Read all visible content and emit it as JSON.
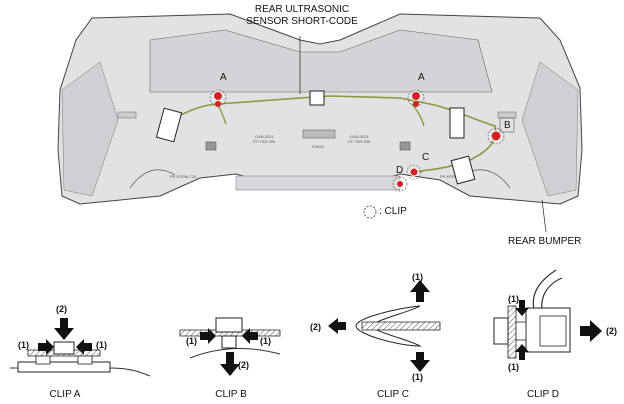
{
  "callouts": {
    "sensor_line1": "REAR ULTRASONIC",
    "sensor_line2": "SENSOR SHORT-CODE",
    "rear_bumper": "REAR BUMPER",
    "clip_legend": ": CLIP"
  },
  "clip_markers": {
    "a_left": "A",
    "a_right": "A",
    "b": "B",
    "c": "C",
    "d": "D"
  },
  "clip_captions": {
    "a": "CLIP A",
    "b": "CLIP B",
    "c": "CLIP C",
    "d": "CLIP D"
  },
  "step_labels": {
    "a": [
      "(2)",
      "(1)",
      "(1)"
    ],
    "b": [
      "(1)",
      "(1)",
      "(2)"
    ],
    "c": [
      "(1)",
      "(2)",
      "(1)"
    ],
    "d": [
      "(1)",
      "(1)",
      "(2)"
    ]
  },
  "bumper_text": {
    "center_code": "K3000",
    "molded_marks": [
      "GAN-3021",
      "FF-TSR-395",
      "GAN-3021",
      "FF-TSR-395",
      "PP-EPDM-T20",
      "PP-EPDM-T20"
    ]
  },
  "colors": {
    "harness": "#8a9a3a",
    "clip_marker": "#d42020",
    "bumper_fill": "#e3e3e6",
    "outline": "#333333"
  }
}
